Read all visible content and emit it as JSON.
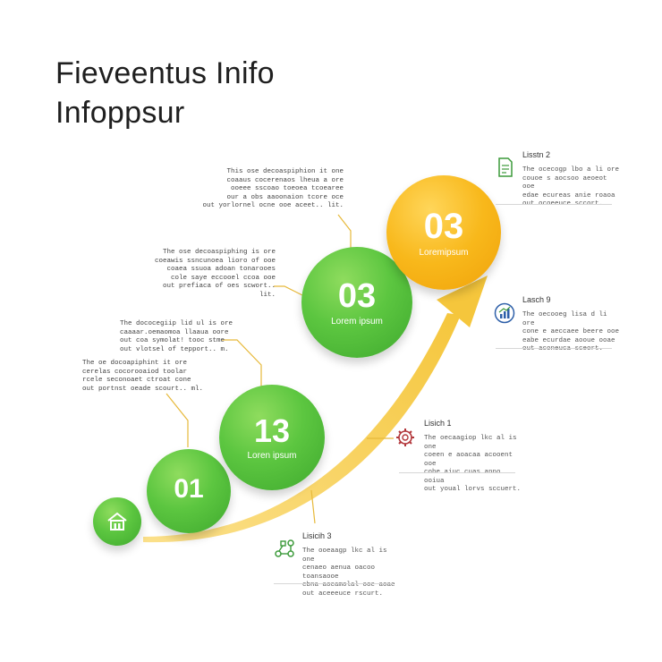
{
  "title": {
    "line1": "Fieveentus Inifo",
    "line2": "Infoppsur"
  },
  "colors": {
    "green": "#5cc640",
    "orange": "#f8b81b",
    "arrow": "#f8cf4d",
    "leader": "#e7b93b"
  },
  "steps": [
    {
      "number": "01",
      "label": ""
    },
    {
      "number": "13",
      "label": "Loren ipsum"
    },
    {
      "number": "03",
      "label": "Lorem ipsum"
    },
    {
      "number": "03",
      "label": "Loremipsum"
    }
  ],
  "home_icon": "house-icon",
  "notes": [
    "The oe docoapiphint it ore\ncerelas cocorooaiod toolar\nrcele seconoaet ctroat cone\nout portnst oeade scourt.. ml.",
    "The dococegiip lid ul is ore\ncaaaar.oemaomoa llaaua oore\nout coa symolat! tooc stme\nout vlotsel of tepport.. m.",
    "The ose decoaspiphing is ore\ncoeawis ssncunoea lioro of ooe\ncoaea ssuoa adoan tonarooes\ncole saye eccooel ccoa ooe\nout prefiaca of oes scwort.. lit.",
    "This ose decoaspiphion it one\ncoaaus cocerenaos lheua a ore\nooeee sscoao toeoea tcoearee\nour a obs aaoonaion tcore oce\nout yorlornel ocne ooe aceet.. lit."
  ],
  "listings": [
    {
      "title": "Lisstn 2",
      "icon": "document-icon",
      "body": "The ocecogp lbo a li ore\ncouoe s aocsoo aeoeot ooe\nedae ecureas anie roaoa\nout ocoeeuce sccort."
    },
    {
      "title": "Lasch 9",
      "icon": "growth-chart-icon",
      "body": "The oecooeg lisa d li ore\ncone e aeccaee beere ooe\neabe ecurdae aooue ooae\nout aconeuca sceort."
    },
    {
      "title": "Lisich 1",
      "icon": "gear-icon",
      "body": "The oecaagiop lkc al is one\ncoeen e aoacaa acooent ooe\ncohe aiuc cuas anno ooiua\nout youal lorvs sccuert."
    },
    {
      "title": "Lisicih 3",
      "icon": "network-icon",
      "body": "The ooeaagp lkc al is one\ncenaeo aenua oacoo toansaooe\ncbna aocamolal ooe aoae\nout aceeeuce rscurt."
    }
  ]
}
